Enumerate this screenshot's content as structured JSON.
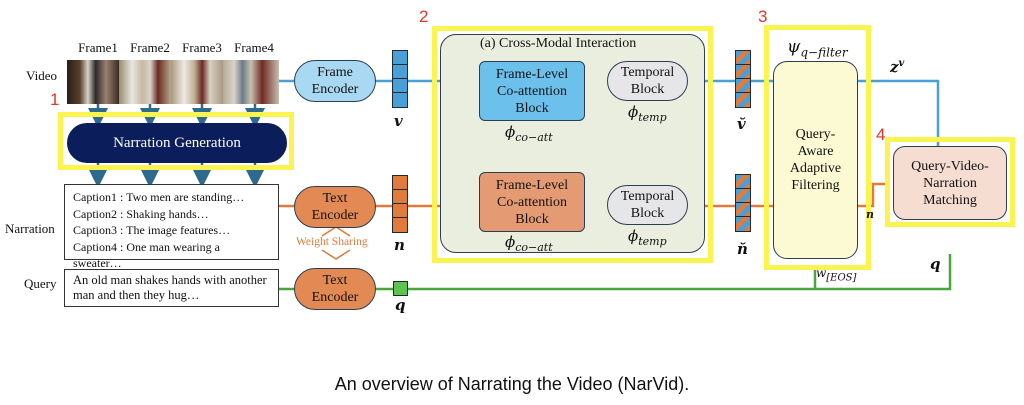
{
  "section_numbers": [
    "1",
    "2",
    "3",
    "4"
  ],
  "rows": {
    "video_label": "Video",
    "narration_label": "Narration",
    "query_label": "Query"
  },
  "frames": [
    "Frame1",
    "Frame2",
    "Frame3",
    "Frame4"
  ],
  "narration_generation": {
    "label": "Narration Generation"
  },
  "captions": [
    "Caption1 : Two men are standing…",
    "Caption2 : Shaking hands…",
    "Caption3 : The image features…",
    "Caption4 : One man wearing a sweater…"
  ],
  "query_text": "An old man shakes hands with another man and then they hug…",
  "encoders": {
    "frame_encoder": "Frame Encoder",
    "text_encoder_narration": "Text Encoder",
    "text_encoder_query": "Text Encoder",
    "weight_sharing": "Weight Sharing"
  },
  "vectors": {
    "v": "v",
    "n": "n",
    "q": "q",
    "v_tilde": "v̆",
    "n_tilde": "n̆"
  },
  "cross_modal": {
    "title": "(a) Cross-Modal Interaction",
    "co_att_block": "Frame-Level Co-attention Block",
    "co_att_symbol": "ϕ",
    "co_att_sub": "co−att",
    "temporal_block": "Temporal Block",
    "temporal_symbol": "ϕ",
    "temporal_sub": "temp"
  },
  "filtering": {
    "symbol": "ψ",
    "sub": "q−filter",
    "label": "Query-Aware Adaptive Filtering",
    "eos_symbol": "w",
    "eos_sub": "[EOS]"
  },
  "outputs": {
    "zv": "z",
    "zv_sup": "v",
    "zn_sup": "n",
    "q": "q"
  },
  "matching": {
    "label": "Query-Video-Narration Matching"
  },
  "colors": {
    "video_blue": "#4a9fd6",
    "narration_orange": "#e07b3b",
    "query_green": "#4aa63c",
    "highlight_yellow": "#fbf350",
    "navy": "#0b1e5b",
    "red_number": "#e53525"
  },
  "figure_caption": "An overview of Narrating the Video (NarVid)."
}
